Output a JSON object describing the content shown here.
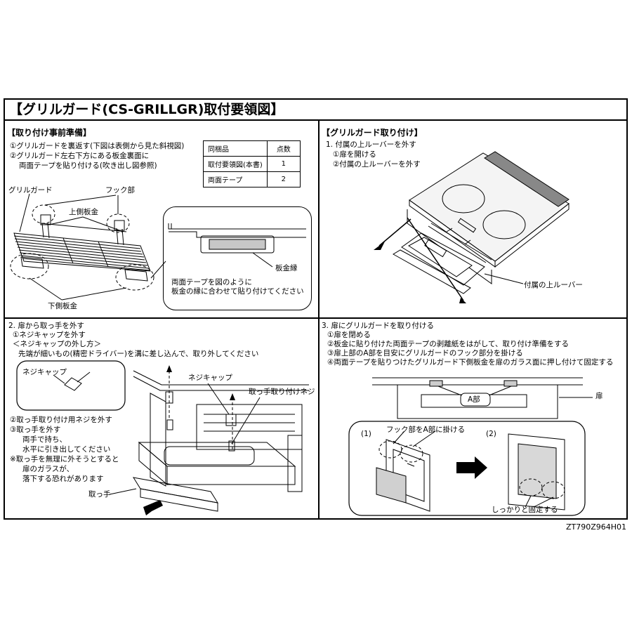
{
  "title": "【グリルガード(CS-GRILLGR)取付要領図】",
  "prep": {
    "heading": "【取り付け事前準備】",
    "steps": [
      "①グリルガードを裏返す(下図は表側から見た斜視図)",
      "②グリルガード左右下方にある板金裏面に",
      "両面テープを貼り付ける(吹き出し図参照)"
    ],
    "table": {
      "headers": [
        "同梱品",
        "点数"
      ],
      "rows": [
        [
          "取付要領図(本書)",
          "1"
        ],
        [
          "両面テープ",
          "2"
        ]
      ]
    },
    "labels": {
      "grill_guard": "グリルガード",
      "hook": "フック部",
      "upper_plate": "上側板金",
      "lower_plate": "下側板金",
      "plate_edge": "板金縁",
      "bubble_note_1": "両面テープを図のように",
      "bubble_note_2": "板金の縁に合わせて貼り付けてください"
    }
  },
  "install": {
    "heading": "【グリルガード取り付け】",
    "steps": [
      "1. 付属の上ルーバーを外す",
      "①扉を開ける",
      "②付属の上ルーバーを外す"
    ],
    "labels": {
      "louver": "付属の上ルーバー"
    }
  },
  "handle": {
    "steps": [
      "2. 扉から取っ手を外す",
      "①ネジキャップを外す",
      "＜ネジキャップの外し方＞",
      "先端が細いもの(精密ドライバー)を溝に差し込んで、取り外してください"
    ],
    "steps2": [
      "②取っ手取り付け用ネジを外す",
      "③取っ手を外す",
      "両手で持ち、",
      "水平に引き出してください",
      "※取っ手を無理に外そうとすると",
      "扉のガラスが、",
      "落下する恐れがあります"
    ],
    "labels": {
      "screw_cap_inset": "ネジキャップ",
      "screw_cap": "ネジキャップ",
      "handle_screw": "取っ手取り付けネジ",
      "handle": "取っ手"
    }
  },
  "attach": {
    "steps": [
      "3. 扉にグリルガードを取り付ける",
      "①扉を閉める",
      "②板金に貼り付けた両面テープの剥離紙をはがして、取り付け準備をする",
      "③扉上部のA部を目安にグリルガードのフック部分を掛ける",
      "④両面テープを貼りつけたグリルガード下側板金を扉のガラス面に押し付けて固定する"
    ],
    "labels": {
      "part_a": "A部",
      "door": "扉",
      "sub1": "(1)",
      "sub2": "(2)",
      "hook_to_a": "フック部をA部に掛ける",
      "fix_firmly": "しっかりと固定する"
    }
  },
  "doc_code": "ZT790Z964H01"
}
